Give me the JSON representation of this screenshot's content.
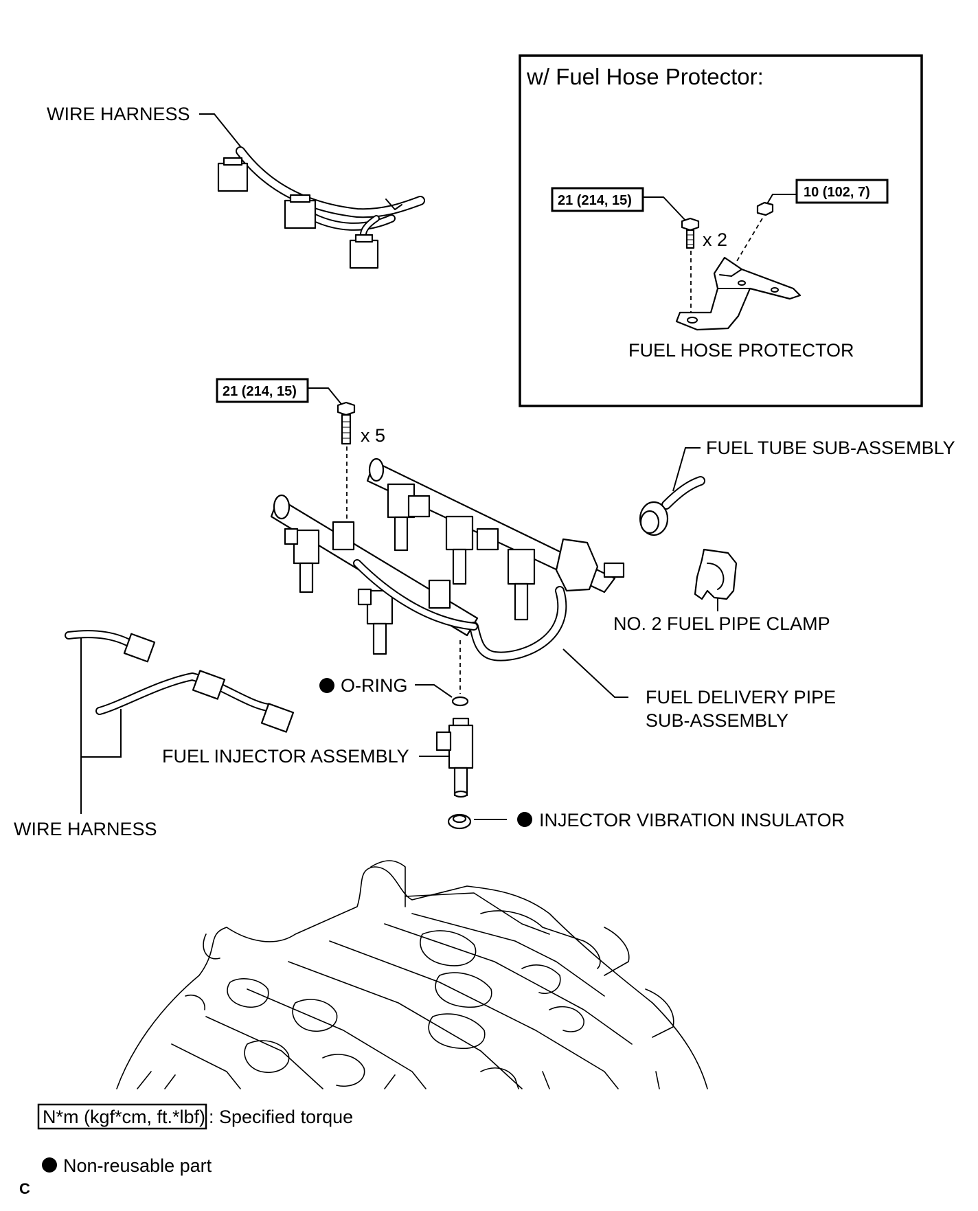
{
  "inset": {
    "title": "w/ Fuel Hose Protector:"
  },
  "labels": {
    "wire_harness_top": "WIRE HARNESS",
    "wire_harness_bottom": "WIRE HARNESS",
    "fuel_hose_protector": "FUEL HOSE PROTECTOR",
    "fuel_tube": "FUEL TUBE SUB-ASSEMBLY",
    "fuel_pipe_clamp": "NO. 2 FUEL PIPE CLAMP",
    "o_ring": "O-RING",
    "fuel_delivery_line1": "FUEL DELIVERY PIPE",
    "fuel_delivery_line2": "SUB-ASSEMBLY",
    "fuel_injector": "FUEL INJECTOR ASSEMBLY",
    "injector_insulator": "INJECTOR VIBRATION INSULATOR"
  },
  "torques": {
    "inset_bolt": "21 (214, 15)",
    "inset_nut": "10 (102, 7)",
    "main_bolt": "21 (214, 15)"
  },
  "quantities": {
    "inset_bolt": "x 2",
    "main_bolt": "x 5"
  },
  "legend": {
    "torque_box": "N*m (kgf*cm, ft.*lbf)",
    "torque_desc": ": Specified torque",
    "non_reusable": "Non-reusable part"
  },
  "corner_code": "C"
}
